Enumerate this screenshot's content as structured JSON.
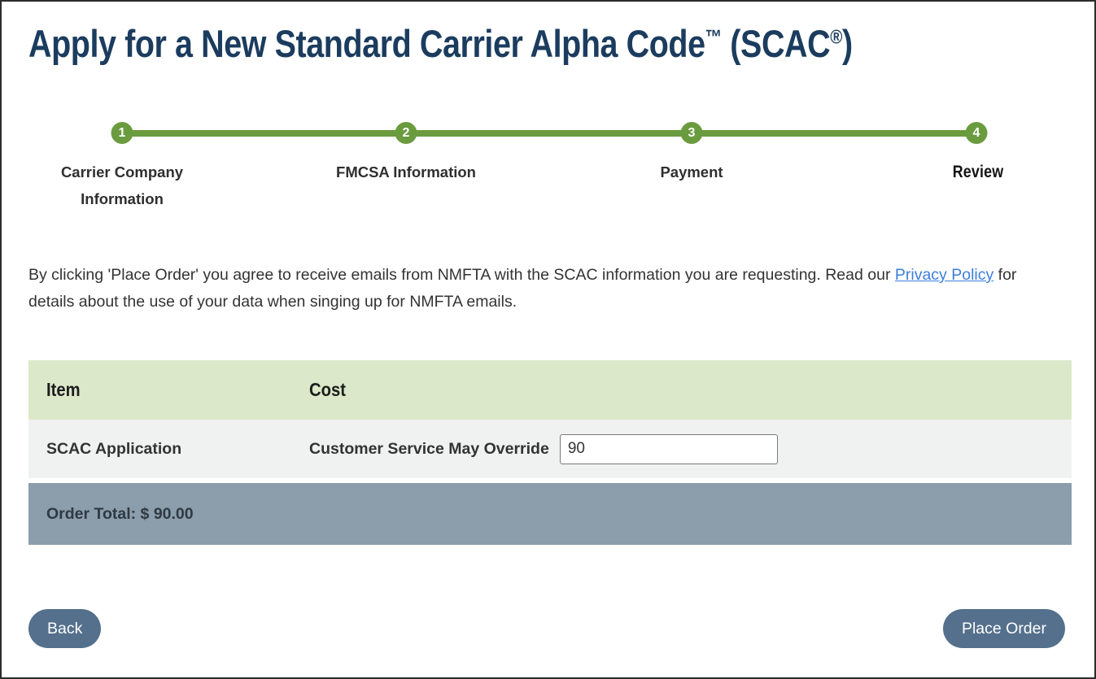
{
  "title": {
    "main": "Apply for a New Standard Carrier Alpha Code",
    "tm": "™",
    "mid": " (SCAC",
    "reg": "®",
    "end": ")"
  },
  "stepper": {
    "steps": [
      {
        "number": "1",
        "label": "Carrier Company Information"
      },
      {
        "number": "2",
        "label": "FMCSA Information"
      },
      {
        "number": "3",
        "label": "Payment"
      },
      {
        "number": "4",
        "label": "Review"
      }
    ],
    "active_step": "4",
    "line_color": "#6a9b3f"
  },
  "agreement": {
    "before": "By clicking 'Place Order' you agree to receive emails from NMFTA with the SCAC information you are requesting. Read our ",
    "link_text": "Privacy Policy",
    "after": " for details about the use of your data when singing up for NMFTA emails."
  },
  "order_table": {
    "headers": [
      "Item",
      "Cost"
    ],
    "rows": [
      {
        "item": "SCAC Application",
        "cost_label": "Customer Service May Override",
        "cost_value": "90"
      }
    ],
    "total_label": "Order Total: $ 90.00"
  },
  "actions": {
    "back": "Back",
    "place_order": "Place Order"
  },
  "colors": {
    "title_navy": "#1b3c5e",
    "stepper_green": "#6a9b3f",
    "table_header_bg": "#dbe8ca",
    "table_row_bg": "#f0f1f1",
    "total_row_bg": "#8c9dab",
    "button_bg": "#54708c",
    "link_blue": "#3d7edb"
  }
}
